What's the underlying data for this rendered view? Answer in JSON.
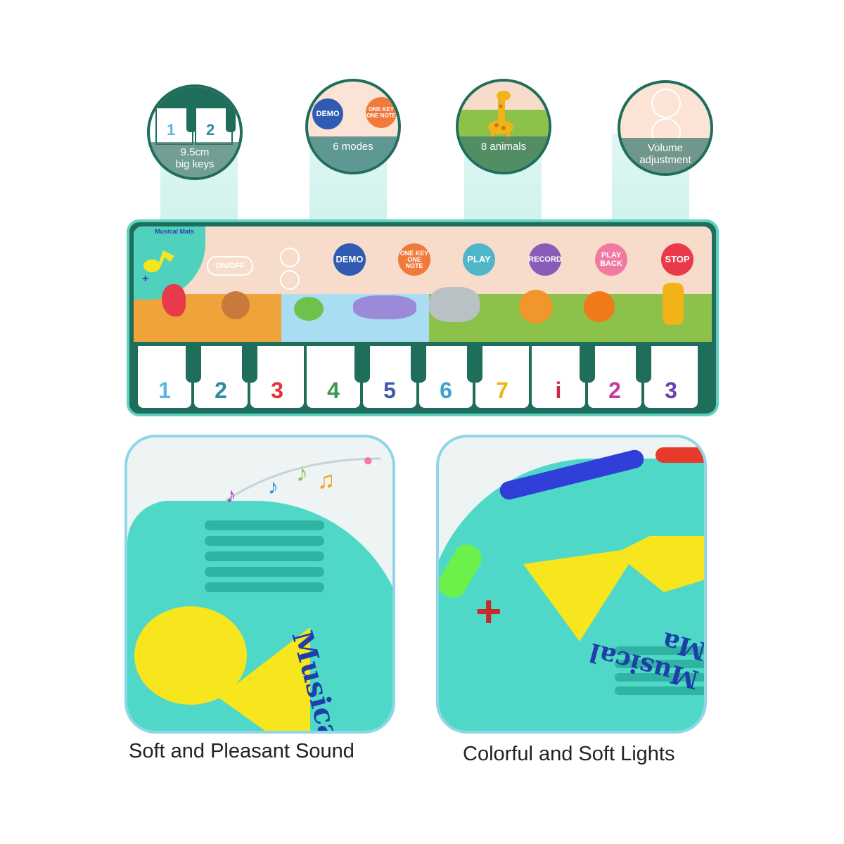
{
  "features": [
    {
      "caption": "9.5cm\nbig keys",
      "numbers": [
        "1",
        "2"
      ]
    },
    {
      "caption": "6 modes",
      "buttons": [
        "DEMO",
        "ONE KEY ONE NOTE"
      ]
    },
    {
      "caption": "8 animals"
    },
    {
      "caption": "Volume\nadjustment"
    }
  ],
  "mat": {
    "brand": "Musical Mats",
    "onoff_label": "ON/OFF",
    "modes": [
      {
        "label": "DEMO",
        "color": "#2f5bb3"
      },
      {
        "label": "ONE KEY ONE NOTE",
        "color": "#f07a3a"
      },
      {
        "label": "PLAY",
        "color": "#4fb6c9"
      },
      {
        "label": "RECORD",
        "color": "#8a5cb8"
      },
      {
        "label": "PLAY BACK",
        "color": "#f07aa0"
      },
      {
        "label": "STOP",
        "color": "#e83a4a"
      }
    ],
    "keys": [
      {
        "label": "1",
        "color": "#5db7e3"
      },
      {
        "label": "2",
        "color": "#2e8a9e"
      },
      {
        "label": "3",
        "color": "#e0313a"
      },
      {
        "label": "4",
        "color": "#3c9a4e"
      },
      {
        "label": "5",
        "color": "#3f58b0"
      },
      {
        "label": "6",
        "color": "#3aa3c8"
      },
      {
        "label": "7",
        "color": "#f2b319"
      },
      {
        "label": "i",
        "color": "#d4254a"
      },
      {
        "label": "2",
        "color": "#c93aa0"
      },
      {
        "label": "3",
        "color": "#6a3fb0"
      }
    ]
  },
  "panels": [
    {
      "caption": "Soft and Pleasant Sound",
      "brand": "Musical"
    },
    {
      "caption": "Colorful and Soft Lights",
      "brand": "Musical Ma"
    }
  ]
}
